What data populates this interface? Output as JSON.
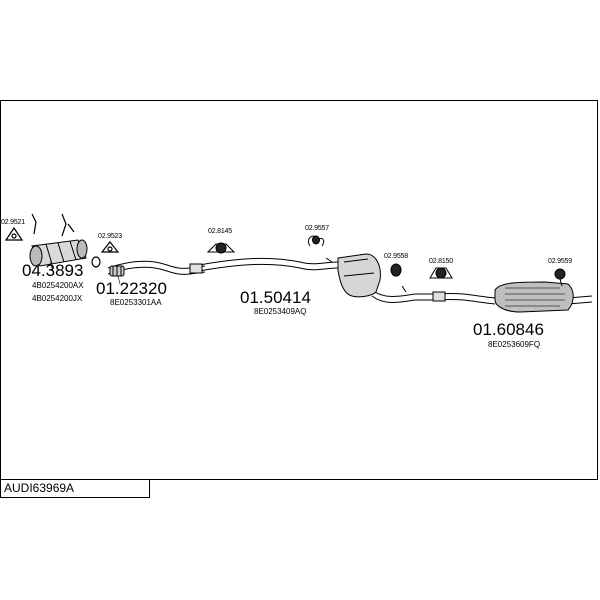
{
  "diagram": {
    "code": "AUDI63969A",
    "parts": [
      {
        "number": "04.3893",
        "codes": [
          "4B0254200AX",
          "4B0254200JX"
        ]
      },
      {
        "number": "01.22320",
        "codes": [
          "8E0253301AA"
        ]
      },
      {
        "number": "01.50414",
        "codes": [
          "8E0253409AQ"
        ]
      },
      {
        "number": "01.60846",
        "codes": [
          "8E0253609FQ"
        ]
      }
    ],
    "small_parts": [
      "02.9521",
      "02.9523",
      "02.8145",
      "02.9557",
      "02.9558",
      "02.8150",
      "02.9559"
    ]
  }
}
